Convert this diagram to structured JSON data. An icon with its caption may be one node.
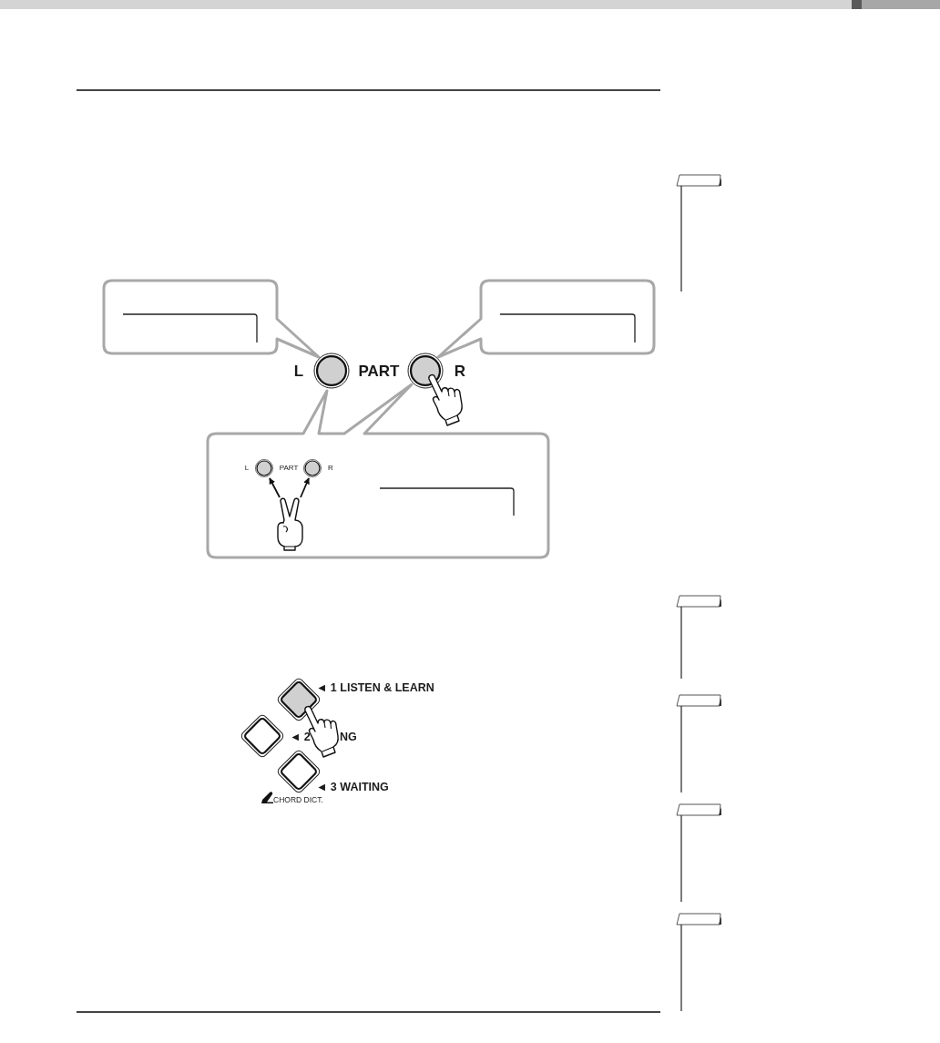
{
  "diagram": {
    "labels": [
      "L",
      "PART",
      "R",
      "L",
      "PART",
      "R",
      "◄ 1 LISTEN & LEARN",
      "◄ 2",
      "NG",
      "◄ 3 WAITING",
      "CHORD DICT."
    ]
  }
}
